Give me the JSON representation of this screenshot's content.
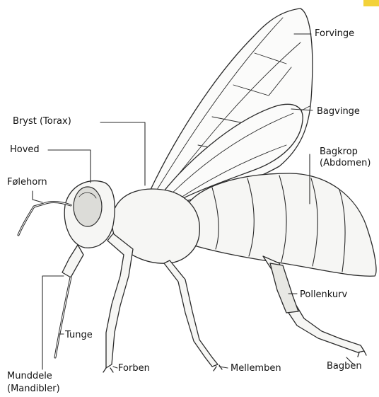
{
  "colors": {
    "ink": "#2a2a2a",
    "body_fill": "#f6f6f4",
    "wing_fill": "#fbfbfa",
    "corner_accent": "#f3d23a"
  },
  "labels": {
    "forvinge": "Forvinge",
    "bagvinge": "Bagvinge",
    "bryst": "Bryst (Torax)",
    "hoved": "Hoved",
    "folehorn": "Følehorn",
    "bagkrop_1": "Bagkrop",
    "bagkrop_2": "(Abdomen)",
    "pollenkurv": "Pollenkurv",
    "tunge": "Tunge",
    "munddele_1": "Munddele",
    "munddele_2": "(Mandibler)",
    "forben": "Forben",
    "mellemben": "Mellemben",
    "bagben": "Bagben"
  }
}
